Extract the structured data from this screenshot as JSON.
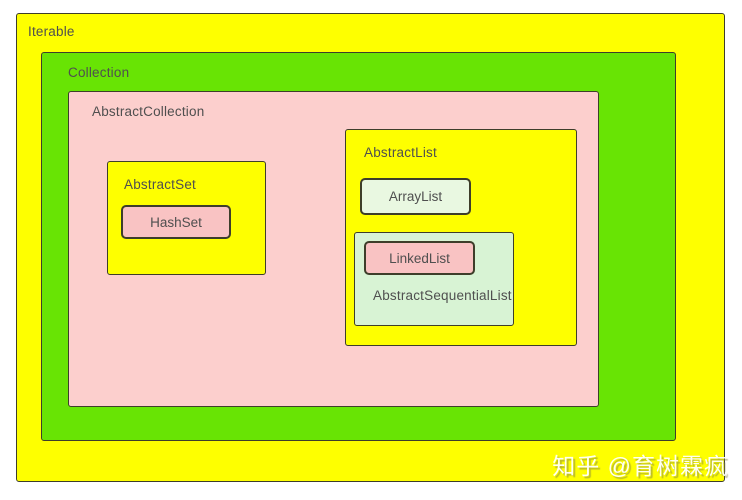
{
  "nodes": {
    "iterable": {
      "label": "Iterable",
      "fill": "#feff00"
    },
    "collection": {
      "label": "Collection",
      "fill": "#68e404"
    },
    "abstract_collection": {
      "label": "AbstractCollection",
      "fill": "#fccfcd"
    },
    "abstract_set": {
      "label": "AbstractSet",
      "fill": "#feff00"
    },
    "hash_set": {
      "label": "HashSet",
      "fill": "#f9c3c3"
    },
    "abstract_list": {
      "label": "AbstractList",
      "fill": "#feff00"
    },
    "array_list": {
      "label": "ArrayList",
      "fill": "#e9f8e1"
    },
    "abstract_sequential_list": {
      "label": "AbstractSequentialList",
      "fill": "#d8f3d4"
    },
    "linked_list": {
      "label": "LinkedList",
      "fill": "#f9c3c3"
    }
  },
  "hierarchy": {
    "Iterable": {
      "Collection": {
        "AbstractCollection": {
          "AbstractSet": {
            "HashSet": {}
          },
          "AbstractList": {
            "ArrayList": {},
            "AbstractSequentialList": {
              "LinkedList": {}
            }
          }
        }
      }
    }
  },
  "colors": {
    "canvas_bg": "#ffffff",
    "yellow": "#feff00",
    "green": "#68e404",
    "pink_light": "#fccfcd",
    "pink": "#f9c3c3",
    "pale_green": "#e9f8e1",
    "mint": "#d8f3d4",
    "border": "#3e3e2a",
    "label_text": "#4f4f4f",
    "watermark_text": "#ffffff"
  },
  "watermark": {
    "text": "知乎 @育树霖疯"
  }
}
